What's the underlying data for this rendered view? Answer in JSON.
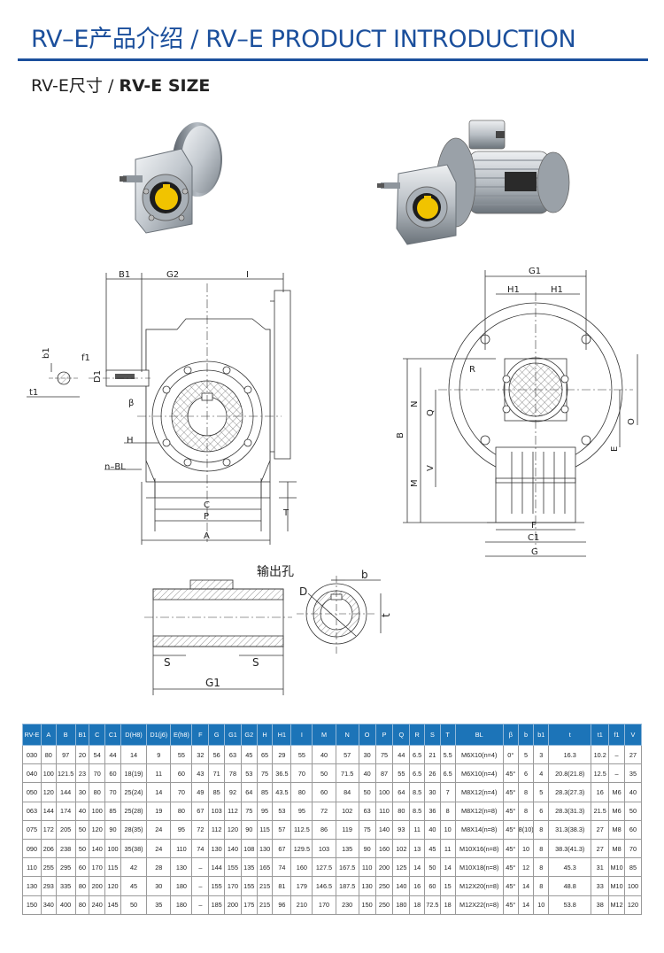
{
  "header": {
    "title": "RV–E产品介绍 / RV–E PRODUCT INTRODUCTION",
    "subtitle_cn": "RV-E尺寸 / ",
    "subtitle_en": "RV-E SIZE"
  },
  "drawing": {
    "front": {
      "B1": "B1",
      "G2": "G2",
      "I": "I",
      "b1": "b1",
      "f1": "f1",
      "t1": "t1",
      "D1": "D1",
      "beta": "β",
      "H": "H",
      "nBL": "n–BL",
      "C": "C",
      "P": "P",
      "A": "A",
      "T": "T"
    },
    "side": {
      "G1": "G1",
      "H1a": "H1",
      "H1b": "H1",
      "R": "R",
      "N": "N",
      "Q": "Q",
      "B": "B",
      "V": "V",
      "M": "M",
      "E": "E",
      "O": "O",
      "F": "F",
      "C1": "C1",
      "G": "G"
    },
    "output": {
      "caption": "输出孔",
      "b": "b",
      "D": "D",
      "t": "t",
      "S1": "S",
      "S2": "S",
      "G1": "G1"
    }
  },
  "table": {
    "headers": [
      "RV-E",
      "A",
      "B",
      "B1",
      "C",
      "C1",
      "D(H8)",
      "D1(j6)",
      "E(h8)",
      "F",
      "G",
      "G1",
      "G2",
      "H",
      "H1",
      "I",
      "M",
      "N",
      "O",
      "P",
      "Q",
      "R",
      "S",
      "T",
      "BL",
      "β",
      "b",
      "b1",
      "t",
      "t1",
      "f1",
      "V"
    ],
    "rows": [
      [
        "030",
        "80",
        "97",
        "20",
        "54",
        "44",
        "14",
        "9",
        "55",
        "32",
        "56",
        "63",
        "45",
        "65",
        "29",
        "55",
        "40",
        "57",
        "30",
        "75",
        "44",
        "6.5",
        "21",
        "5.5",
        "M6X10(n=4)",
        "0°",
        "5",
        "3",
        "16.3",
        "10.2",
        "–",
        "27"
      ],
      [
        "040",
        "100",
        "121.5",
        "23",
        "70",
        "60",
        "18(19)",
        "11",
        "60",
        "43",
        "71",
        "78",
        "53",
        "75",
        "36.5",
        "70",
        "50",
        "71.5",
        "40",
        "87",
        "55",
        "6.5",
        "26",
        "6.5",
        "M6X10(n=4)",
        "45°",
        "6",
        "4",
        "20.8(21.8)",
        "12.5",
        "–",
        "35"
      ],
      [
        "050",
        "120",
        "144",
        "30",
        "80",
        "70",
        "25(24)",
        "14",
        "70",
        "49",
        "85",
        "92",
        "64",
        "85",
        "43.5",
        "80",
        "60",
        "84",
        "50",
        "100",
        "64",
        "8.5",
        "30",
        "7",
        "M8X12(n=4)",
        "45°",
        "8",
        "5",
        "28.3(27.3)",
        "16",
        "M6",
        "40"
      ],
      [
        "063",
        "144",
        "174",
        "40",
        "100",
        "85",
        "25(28)",
        "19",
        "80",
        "67",
        "103",
        "112",
        "75",
        "95",
        "53",
        "95",
        "72",
        "102",
        "63",
        "110",
        "80",
        "8.5",
        "36",
        "8",
        "M8X12(n=8)",
        "45°",
        "8",
        "6",
        "28.3(31.3)",
        "21.5",
        "M6",
        "50"
      ],
      [
        "075",
        "172",
        "205",
        "50",
        "120",
        "90",
        "28(35)",
        "24",
        "95",
        "72",
        "112",
        "120",
        "90",
        "115",
        "57",
        "112.5",
        "86",
        "119",
        "75",
        "140",
        "93",
        "11",
        "40",
        "10",
        "M8X14(n=8)",
        "45°",
        "8(10)",
        "8",
        "31.3(38.3)",
        "27",
        "M8",
        "60"
      ],
      [
        "090",
        "206",
        "238",
        "50",
        "140",
        "100",
        "35(38)",
        "24",
        "110",
        "74",
        "130",
        "140",
        "108",
        "130",
        "67",
        "129.5",
        "103",
        "135",
        "90",
        "160",
        "102",
        "13",
        "45",
        "11",
        "M10X16(n=8)",
        "45°",
        "10",
        "8",
        "38.3(41.3)",
        "27",
        "M8",
        "70"
      ],
      [
        "110",
        "255",
        "295",
        "60",
        "170",
        "115",
        "42",
        "28",
        "130",
        "–",
        "144",
        "155",
        "135",
        "165",
        "74",
        "160",
        "127.5",
        "167.5",
        "110",
        "200",
        "125",
        "14",
        "50",
        "14",
        "M10X18(n=8)",
        "45°",
        "12",
        "8",
        "45.3",
        "31",
        "M10",
        "85"
      ],
      [
        "130",
        "293",
        "335",
        "80",
        "200",
        "120",
        "45",
        "30",
        "180",
        "–",
        "155",
        "170",
        "155",
        "215",
        "81",
        "179",
        "146.5",
        "187.5",
        "130",
        "250",
        "140",
        "16",
        "60",
        "15",
        "M12X20(n=8)",
        "45°",
        "14",
        "8",
        "48.8",
        "33",
        "M10",
        "100"
      ],
      [
        "150",
        "340",
        "400",
        "80",
        "240",
        "145",
        "50",
        "35",
        "180",
        "–",
        "185",
        "200",
        "175",
        "215",
        "96",
        "210",
        "170",
        "230",
        "150",
        "250",
        "180",
        "18",
        "72.5",
        "18",
        "M12X22(n=8)",
        "45°",
        "14",
        "10",
        "53.8",
        "38",
        "M12",
        "120"
      ]
    ]
  }
}
